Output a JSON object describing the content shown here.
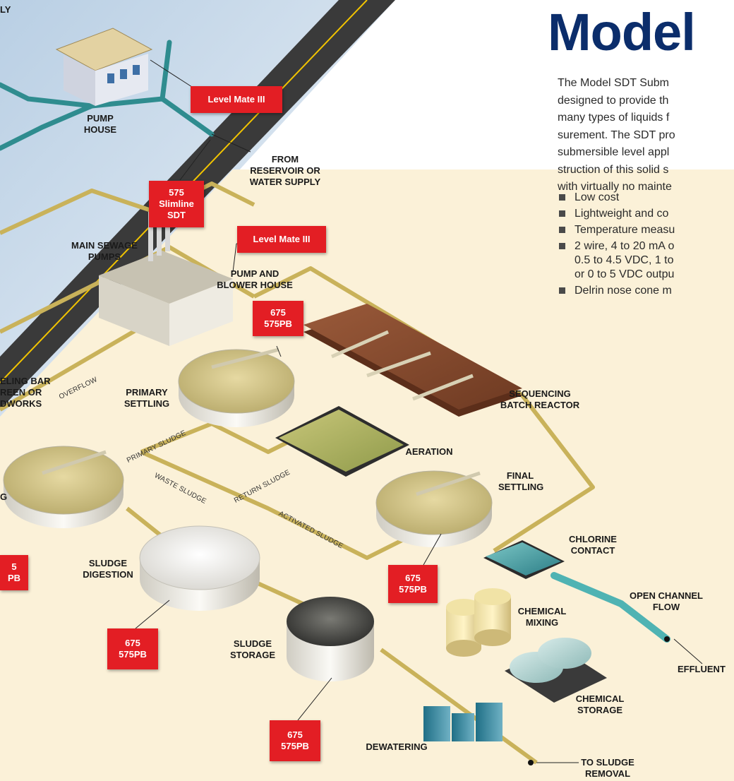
{
  "heading": {
    "title": "Model",
    "description_lines": [
      "The Model SDT Subm",
      "designed to provide th",
      "many types of liquids f",
      "surement. The SDT pro",
      "submersible level appl",
      "struction of this solid s",
      "with virtually no mainte"
    ]
  },
  "features": [
    {
      "lines": [
        "Low cost"
      ]
    },
    {
      "lines": [
        "Lightweight and co"
      ]
    },
    {
      "lines": [
        "Temperature measu"
      ]
    },
    {
      "lines": [
        "2 wire, 4 to 20 mA o",
        "0.5 to 4.5 VDC, 1 to",
        "or 0 to 5 VDC outpu"
      ]
    },
    {
      "lines": [
        "Delrin nose cone m"
      ]
    }
  ],
  "labels": {
    "supply_partial": "LY",
    "pump_house": [
      "PUMP",
      "HOUSE"
    ],
    "from_reservoir": [
      "FROM",
      "RESERVOIR OR",
      "WATER SUPPLY"
    ],
    "main_sewage_pumps": [
      "MAIN SEWAGE",
      "PUMPS"
    ],
    "pump_blower_house": [
      "PUMP AND",
      "BLOWER HOUSE"
    ],
    "bar_screen": [
      "ELING BAR",
      "REEN OR",
      "DWORKS"
    ],
    "primary_settling": [
      "PRIMARY",
      "SETTLING"
    ],
    "sequencing_batch_reactor": [
      "SEQUENCING",
      "BATCH REACTOR"
    ],
    "aeration": "AERATION",
    "final_settling": [
      "FINAL",
      "SETTLING"
    ],
    "settling_partial": "G",
    "sludge_digestion": [
      "SLUDGE",
      "DIGESTION"
    ],
    "chlorine_contact": [
      "CHLORINE",
      "CONTACT"
    ],
    "open_channel_flow": [
      "OPEN CHANNEL",
      "FLOW"
    ],
    "chemical_mixing": [
      "CHEMICAL",
      "MIXING"
    ],
    "effluent": "EFFLUENT",
    "sludge_storage": [
      "SLUDGE",
      "STORAGE"
    ],
    "chemical_storage": [
      "CHEMICAL",
      "STORAGE"
    ],
    "dewatering": "DEWATERING",
    "to_sludge_removal": [
      "TO SLUDGE",
      "REMOVAL"
    ]
  },
  "pipe_labels": {
    "overflow": "OVERFLOW",
    "primary_sludge": "PRIMARY SLUDGE",
    "waste_sludge": "WASTE SLUDGE",
    "return_sludge": "RETURN SLUDGE",
    "activated_sludge": "ACTIVATED SLUDGE"
  },
  "tags": {
    "level_mate_pump_house": [
      "Level Mate III"
    ],
    "slimline": [
      "575",
      "Slimline",
      "SDT"
    ],
    "level_mate_blower": [
      "Level Mate III"
    ],
    "primary_settling": [
      "675",
      "575PB"
    ],
    "left_settling_partial": [
      "5",
      "PB"
    ],
    "final_settling": [
      "675",
      "575PB"
    ],
    "sludge_digestion": [
      "675",
      "575PB"
    ],
    "sludge_storage": [
      "675",
      "575PB"
    ]
  },
  "colors": {
    "tag_red": "#e31e24",
    "title_blue": "#0b2d6b",
    "site_ground": "#fbf1d8",
    "pipe": "#c9b25a",
    "water_pipe": "#2f8c8f",
    "tank_fill": "#d2c487"
  }
}
